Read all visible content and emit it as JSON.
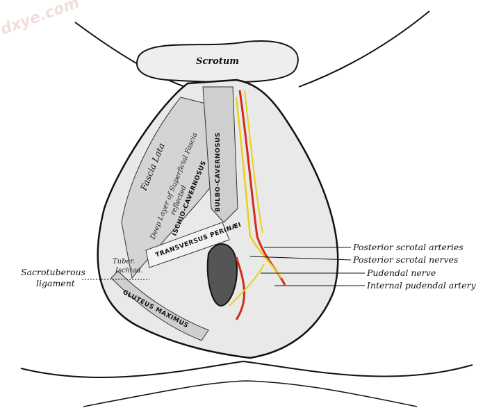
{
  "watermark": "dxye.com",
  "structures": {
    "scrotum": "Scrotum",
    "fascia_lata": "Fascia Lata",
    "deep_layer": "Deep Layer of Superficial Fascia",
    "reflected": "reflected",
    "ischio_cavernosus": "ISCHIO-CAVERNOSUS",
    "bulbo_cavernosus": "BULBO-CAVERNOSUS",
    "transversus_perinaei": "TRANSVERSUS PERINÆI",
    "tuber_ischiad_1": "Tuber.",
    "tuber_ischiad_2": "Ischiad.",
    "gluteus_maximus": "GLUTEUS MAXIMUS"
  },
  "callouts": {
    "left": {
      "line1": "Sacrotuberous",
      "line2": "ligament"
    },
    "right": [
      "Posterior scrotal arteries",
      "Posterior scrotal nerves",
      "Pudendal nerve",
      "Internal pudendal artery"
    ]
  },
  "colors": {
    "artery": "#d42a1a",
    "nerve": "#e6d21a",
    "ink": "#1a1a1a"
  }
}
